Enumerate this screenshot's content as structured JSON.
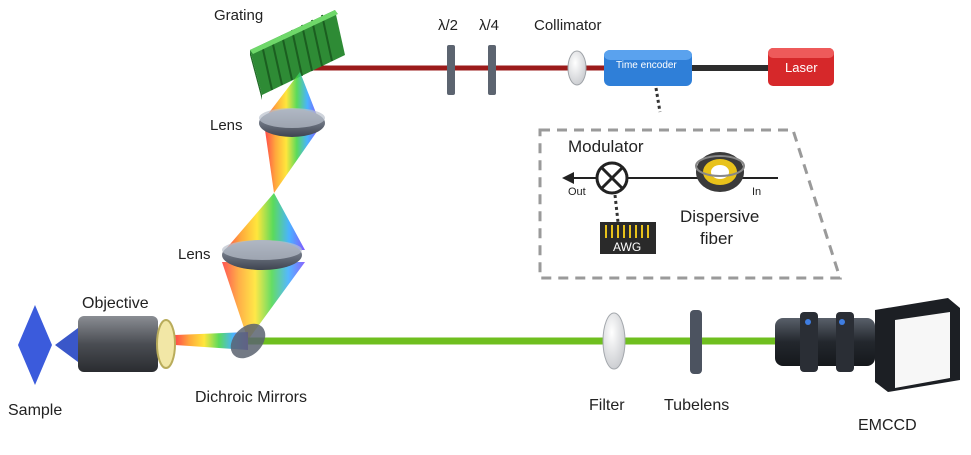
{
  "labels": {
    "grating": "Grating",
    "half_wave": "λ/2",
    "quarter_wave": "λ/4",
    "collimator": "Collimator",
    "time_encoder": "Time encoder",
    "laser": "Laser",
    "lens_upper": "Lens",
    "lens_lower": "Lens",
    "modulator": "Modulator",
    "out": "Out",
    "in": "In",
    "awg": "AWG",
    "dispersive_fiber_line1": "Dispersive",
    "dispersive_fiber_line2": "fiber",
    "objective": "Objective",
    "sample": "Sample",
    "dichroic_mirrors": "Dichroic Mirrors",
    "filter": "Filter",
    "tubelens": "Tubelens",
    "emccd": "EMCCD"
  },
  "colors": {
    "laser_beam": "#9b1b1b",
    "emission_beam": "#6fbf1f",
    "grating": "#3fae3f",
    "time_encoder": "#2f7fd8",
    "laser_box": "#d6282a",
    "sample": "#3b5bdc",
    "dashed_box": "#9a9a9a"
  }
}
